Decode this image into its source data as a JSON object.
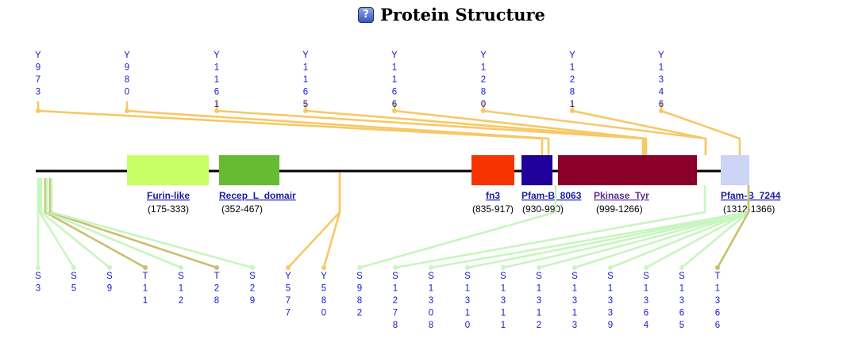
{
  "title": "Protein Structure",
  "help_icon": "question-mark-icon",
  "colors": {
    "backbone": "#000000",
    "tyrosine_line": "#f7c866",
    "serine_line": "#c8f5c0",
    "threonine_line": "#c8c070",
    "label": "#1a1ac8",
    "link": "#1a1aa8",
    "link_visited": "#5a2a8a"
  },
  "domains": [
    {
      "name": "Furin-like",
      "range": "(175-333)",
      "color": "#c8ff66",
      "visited": false
    },
    {
      "name": "Recep_L_domair",
      "range": "(352-467)",
      "color": "#66bb33",
      "visited": false
    },
    {
      "name": "fn3",
      "range": "(835-917)",
      "color": "#f73300",
      "visited": false
    },
    {
      "name": "Pfam-B_8063",
      "range": "(930-990)",
      "color": "#1f0099",
      "visited": false
    },
    {
      "name": "Pkinase_Tyr",
      "range": "(999-1266)",
      "color": "#8b002a",
      "visited": true
    },
    {
      "name": "Pfam-B_7244",
      "range": "(1312-1366)",
      "color": "#ccd5f5",
      "visited": false
    }
  ],
  "top_sites": [
    {
      "residue": "Y",
      "position": "973"
    },
    {
      "residue": "Y",
      "position": "980"
    },
    {
      "residue": "Y",
      "position": "1161"
    },
    {
      "residue": "Y",
      "position": "1165"
    },
    {
      "residue": "Y",
      "position": "1166"
    },
    {
      "residue": "Y",
      "position": "1280"
    },
    {
      "residue": "Y",
      "position": "1281"
    },
    {
      "residue": "Y",
      "position": "1346"
    }
  ],
  "bottom_sites": [
    {
      "residue": "S",
      "position": "3"
    },
    {
      "residue": "S",
      "position": "5"
    },
    {
      "residue": "S",
      "position": "9"
    },
    {
      "residue": "T",
      "position": "11"
    },
    {
      "residue": "S",
      "position": "12"
    },
    {
      "residue": "T",
      "position": "28"
    },
    {
      "residue": "S",
      "position": "29"
    },
    {
      "residue": "Y",
      "position": "577"
    },
    {
      "residue": "Y",
      "position": "580"
    },
    {
      "residue": "S",
      "position": "982"
    },
    {
      "residue": "S",
      "position": "1278"
    },
    {
      "residue": "S",
      "position": "1308"
    },
    {
      "residue": "S",
      "position": "1310"
    },
    {
      "residue": "S",
      "position": "1311"
    },
    {
      "residue": "S",
      "position": "1312"
    },
    {
      "residue": "S",
      "position": "1313"
    },
    {
      "residue": "S",
      "position": "1339"
    },
    {
      "residue": "S",
      "position": "1364"
    },
    {
      "residue": "S",
      "position": "1365"
    },
    {
      "residue": "T",
      "position": "1366"
    }
  ]
}
